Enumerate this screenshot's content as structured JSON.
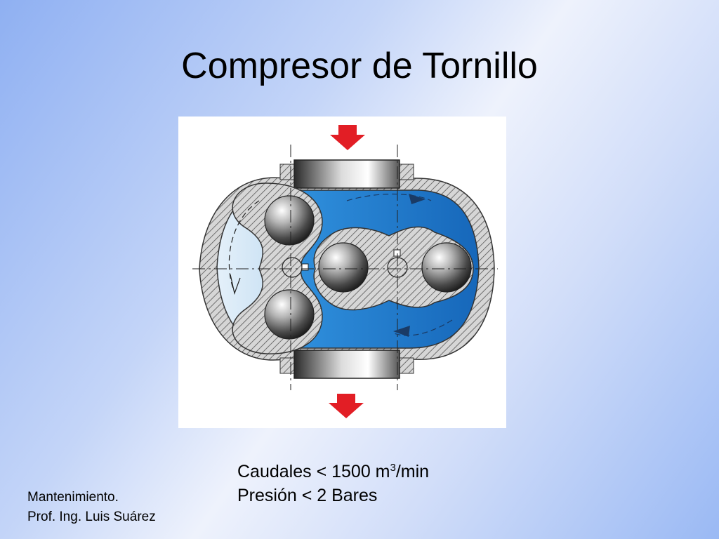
{
  "slide": {
    "title": "Compresor de Tornillo"
  },
  "specs": {
    "flow_prefix": "Caudales < 1500 m",
    "flow_superscript": "3",
    "flow_suffix": "/min",
    "pressure": "Presión < 2 Bares"
  },
  "footer": {
    "line1": "Mantenimiento.",
    "line2": "Prof. Ing. Luis Suárez"
  },
  "colors": {
    "arrow": "#e21e25",
    "fluid": "#1f7fd0",
    "casing": "#c8c8c8"
  }
}
